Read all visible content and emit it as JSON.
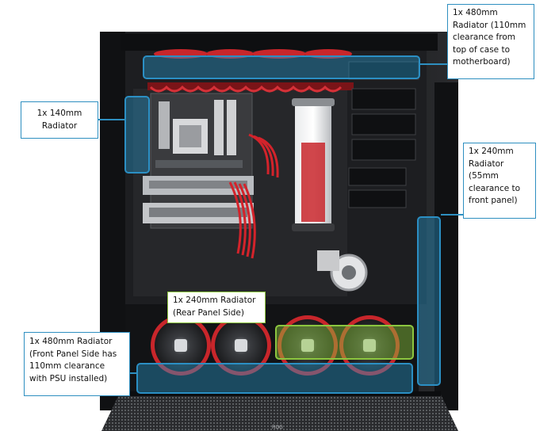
{
  "callouts": {
    "top": {
      "lines": [
        "1x 480mm",
        "Radiator (110mm",
        "clearance from",
        "top of case to",
        "motherboard)"
      ],
      "color": "#2e8fc0"
    },
    "left": {
      "lines": [
        "1x 140mm",
        "Radiator"
      ],
      "color": "#2e8fc0"
    },
    "right": {
      "lines": [
        "1x 240mm",
        "Radiator",
        "(55mm",
        "clearance to",
        "front panel)"
      ],
      "color": "#2e8fc0"
    },
    "rear": {
      "lines": [
        "1x 240mm Radiator",
        "(Rear Panel Side)"
      ],
      "color": "#8cc63f"
    },
    "bottom": {
      "lines": [
        "1x 480mm Radiator",
        "(Front Panel Side has",
        "110mm clearance",
        "with PSU installed)"
      ],
      "color": "#2e8fc0"
    }
  },
  "colors": {
    "highlight_blue": "#2b8fc4",
    "highlight_green": "#8cc63f",
    "case_body": "#1b1c1e",
    "fan_ring": "#c8262b"
  },
  "image": {
    "subject": "computer-case-interior-photo",
    "case_logo": "ROG"
  }
}
